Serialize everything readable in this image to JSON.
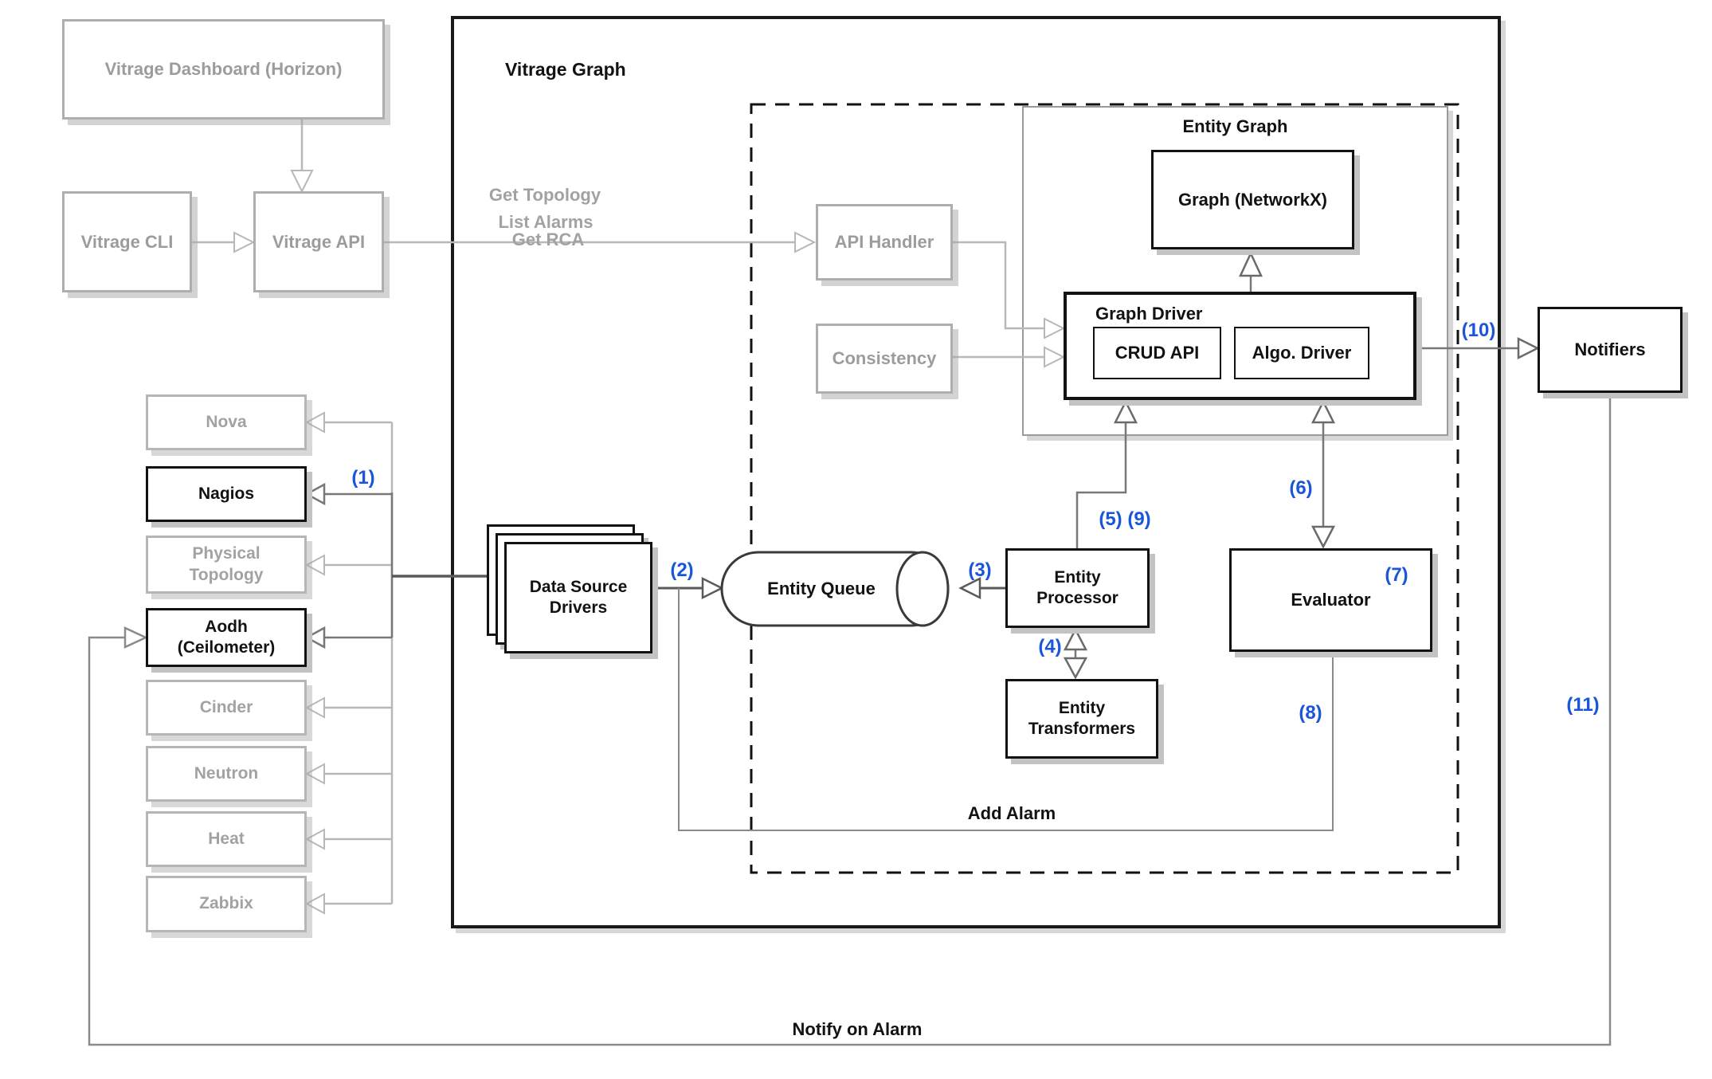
{
  "colors": {
    "accent_blue": "#1a56db",
    "box_black": "#121212",
    "box_gray": "#aeaeae",
    "line_light": "#c4c4c4",
    "line_dark": "#787878"
  },
  "external": {
    "dashboard": "Vitrage Dashboard (Horizon)",
    "cli": "Vitrage CLI",
    "api": "Vitrage API"
  },
  "api_flow": {
    "get_topology": "Get Topology",
    "list_alarms": "List Alarms",
    "get_rca": "Get RCA"
  },
  "container": {
    "title": "Vitrage Graph"
  },
  "services": {
    "api_handler": "API Handler",
    "consistency": "Consistency",
    "notifiers": "Notifiers"
  },
  "entity_graph": {
    "title": "Entity Graph",
    "graph": "Graph (NetworkX)",
    "driver_title": "Graph Driver",
    "crud": "CRUD API",
    "algo": "Algo. Driver"
  },
  "pipeline": {
    "drivers": "Data Source\nDrivers",
    "queue": "Entity Queue",
    "processor": "Entity\nProcessor",
    "transformers": "Entity\nTransformers",
    "evaluator": "Evaluator"
  },
  "datasources": [
    "Nova",
    "Nagios",
    "Physical\nTopology",
    "Aodh\n(Ceilometer)",
    "Cinder",
    "Neutron",
    "Heat",
    "Zabbix"
  ],
  "flow_labels": {
    "add_alarm": "Add Alarm",
    "notify_on_alarm": "Notify on Alarm"
  },
  "steps": {
    "s1": "(1)",
    "s2": "(2)",
    "s3": "(3)",
    "s4": "(4)",
    "s5_9": "(5) (9)",
    "s6": "(6)",
    "s7": "(7)",
    "s8": "(8)",
    "s10": "(10)",
    "s11": "(11)"
  }
}
